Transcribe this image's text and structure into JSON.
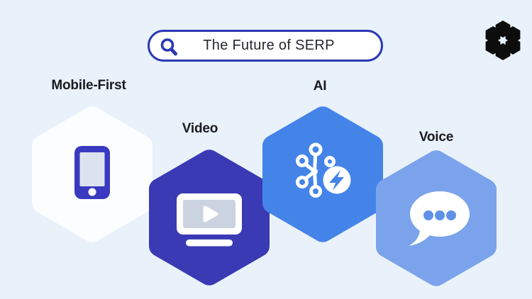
{
  "title": "The Future of SERP",
  "search_bar": {
    "query": "The Future of SERP",
    "icon": "magnifier",
    "border_color": "#2b39b4"
  },
  "logo": {
    "name": "honeycomb-hexagon-cluster",
    "color": "#0d0d0d"
  },
  "trends": [
    {
      "label": "Mobile-First",
      "icon": "smartphone-icon",
      "hexagon_color": "#fbfdff"
    },
    {
      "label": "Video",
      "icon": "video-player-icon",
      "hexagon_color": "#3a3ab4"
    },
    {
      "label": "AI",
      "icon": "ai-network-bolt-icon",
      "hexagon_color": "#4484e8"
    },
    {
      "label": "Voice",
      "icon": "speech-bubble-icon",
      "hexagon_color": "#7aa3ec"
    }
  ],
  "colors": {
    "background": "#e9f1fa",
    "label_text": "#191b1e",
    "search_text": "#26282c",
    "phone_body": "#3a3ac0",
    "screen_gray": "#dde3ee",
    "tv_screen_gray": "#cbd3e0",
    "voice_dots": "#5f92e6"
  }
}
